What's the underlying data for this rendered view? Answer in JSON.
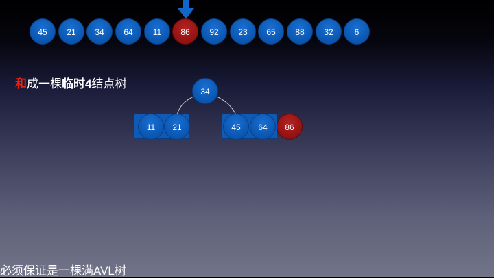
{
  "sequence": {
    "values": [
      "45",
      "21",
      "34",
      "64",
      "11",
      "86",
      "92",
      "23",
      "65",
      "88",
      "32",
      "6"
    ],
    "current_index": 5
  },
  "caption_top": {
    "part1": "和",
    "part2": "成一棵",
    "part3": "临时4",
    "part4": "结点树"
  },
  "tree": {
    "root": "34",
    "left_group": [
      "11",
      "21"
    ],
    "right_group": [
      "45",
      "64"
    ],
    "pending": "86"
  },
  "caption_bottom": "必须保证是一棵满AVL树",
  "colors": {
    "node_blue": "#0d5bb8",
    "node_red": "#9a1515",
    "highlight_red": "#e8230f",
    "arrow_blue": "#1167c9"
  }
}
